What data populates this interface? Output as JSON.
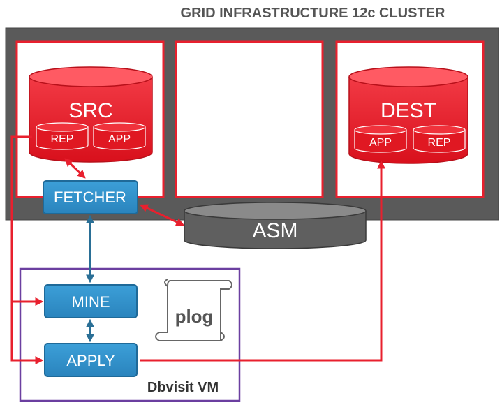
{
  "title": "GRID INFRASTRUCTURE 12c CLUSTER",
  "databases": {
    "src": {
      "label": "SRC",
      "segments": [
        "REP",
        "APP"
      ]
    },
    "dest": {
      "label": "DEST",
      "segments": [
        "APP",
        "REP"
      ]
    }
  },
  "storage": {
    "label": "ASM"
  },
  "processes": {
    "fetcher": "FETCHER",
    "mine": "MINE",
    "apply": "APPLY"
  },
  "log": {
    "label": "plog"
  },
  "vm": {
    "label": "Dbvisit VM"
  },
  "colors": {
    "cluster_gray": "#5a5a5a",
    "red": "#e8202e",
    "process_blue": "#2f8ec8",
    "arrow_red": "#e8202e",
    "arrow_blue": "#2a6f96",
    "vm_border": "#6b3fa0"
  }
}
